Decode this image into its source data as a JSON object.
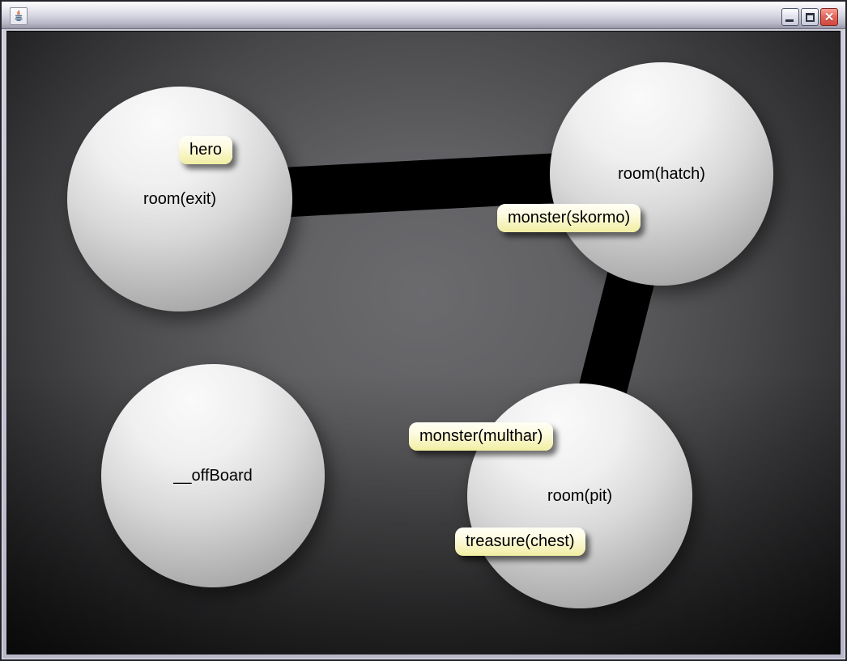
{
  "window": {
    "title": "",
    "icons": {
      "app": "java-coffee-cup",
      "minimize": "_",
      "maximize": "□",
      "close": "✕"
    },
    "controls": {
      "close_glyph": "✕"
    }
  },
  "graph": {
    "nodes": [
      {
        "id": "room_exit",
        "label": "room(exit)"
      },
      {
        "id": "room_hatch",
        "label": "room(hatch)"
      },
      {
        "id": "offBoard",
        "label": "__offBoard"
      },
      {
        "id": "room_pit",
        "label": "room(pit)"
      }
    ],
    "tags": [
      {
        "label": "hero",
        "attached_to": "room_exit"
      },
      {
        "label": "monster(skormo)",
        "attached_to": "room_hatch"
      },
      {
        "label": "monster(multhar)",
        "attached_to": "room_pit"
      },
      {
        "label": "treasure(chest)",
        "attached_to": "room_pit"
      }
    ],
    "edges": [
      {
        "from": "room_exit",
        "to": "room_hatch"
      },
      {
        "from": "room_hatch",
        "to": "room_pit"
      }
    ],
    "colors": {
      "canvas_center": "#6b6b6e",
      "canvas_corner": "#0b0b0c",
      "node_light": "#fafafa",
      "node_dark": "#919191",
      "edge": "#000000",
      "tag_top": "#fffff6",
      "tag_bottom": "#f1eea2",
      "text": "#000000",
      "close_button": "#d1463c",
      "titlebar_top": "#ffffff",
      "titlebar_bottom": "#9696a6"
    }
  }
}
